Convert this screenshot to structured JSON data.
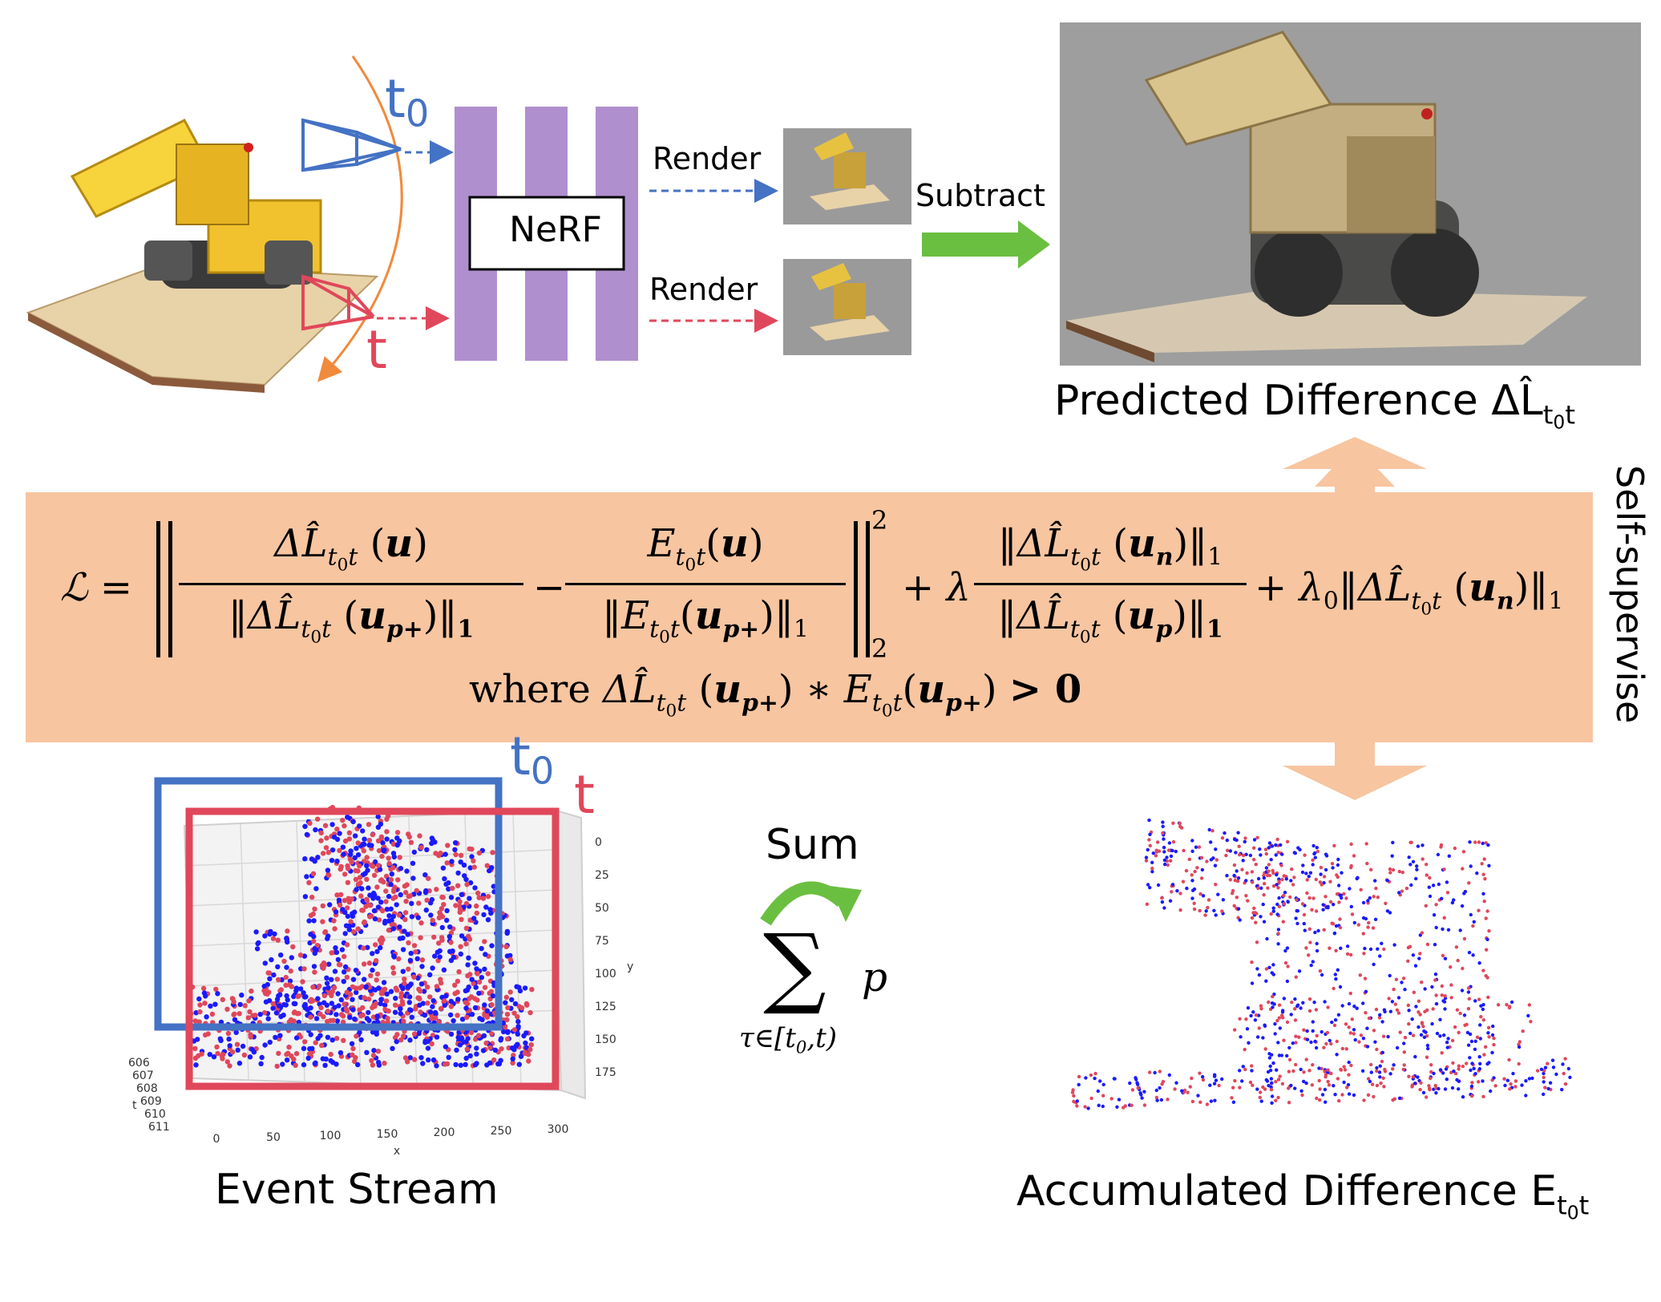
{
  "labels": {
    "t0_main": "t",
    "t0_sub": "0",
    "t_main": "t",
    "nerf": "NeRF",
    "render": "Render",
    "subtract": "Subtract",
    "predicted_caption": "Predicted Difference ΔL̂",
    "caption_sub_t": "t",
    "caption_sub_0": "0",
    "caption_sub_tail": "t",
    "self_supervise": "Self-supervise",
    "sum": "Sum",
    "event_stream_caption": "Event Stream",
    "accumulated_caption": "Accumulated Difference E"
  },
  "equation": {
    "script_L": "ℒ",
    "equals": "=",
    "delta_hat_L": "ΔL̂",
    "sub_t": "t",
    "sub_0": "0",
    "u": "u",
    "u_p_plus": "p+",
    "u_n": "n",
    "u_p": "p",
    "E": "E",
    "minus": "−",
    "plus": "+",
    "lambda": "λ",
    "lambda0_sub": "0",
    "one": "1",
    "two": "2",
    "where": "where",
    "times": "∗",
    "gt": "> 0"
  },
  "sum_formula": {
    "sigma": "∑",
    "p": "p",
    "range": "τ∈[t",
    "range_sub": "0",
    "range_end": ",t)"
  },
  "plot_axes": {
    "x_ticks": [
      "0",
      "50",
      "100",
      "150",
      "200",
      "250",
      "300"
    ],
    "x_label": "x",
    "y_ticks": [
      "0",
      "25",
      "50",
      "75",
      "100",
      "125",
      "150",
      "175"
    ],
    "y_label": "y",
    "t_ticks": [
      "606",
      "607",
      "608",
      "609",
      "610",
      "611"
    ],
    "t_label": "t"
  },
  "colors": {
    "peach_band": "#f7c5a0",
    "purple_bar": "#b08fce",
    "blue": "#4472c4",
    "red": "#e0475b",
    "orange": "#f08a3c",
    "green_arrow": "#6abf40",
    "gray_bg": "#9a9a9a"
  }
}
